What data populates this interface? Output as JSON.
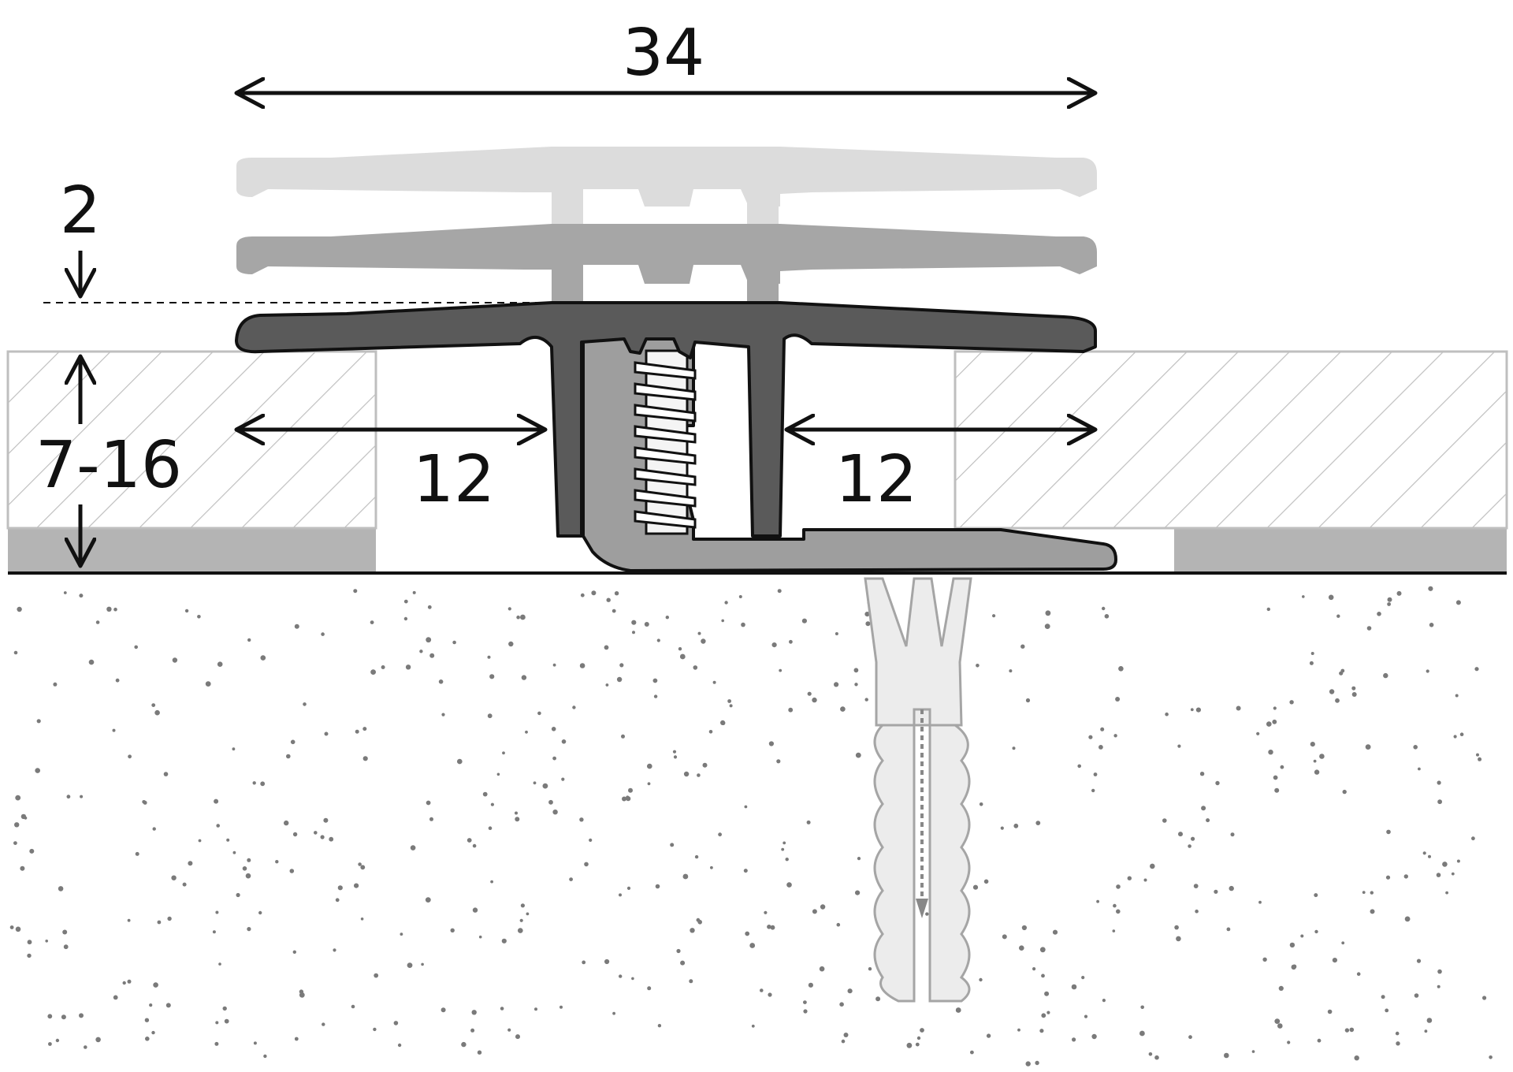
{
  "dimensions": {
    "overall_width": "34",
    "height_step": "2",
    "height_range": "7-16",
    "left_gap": "12",
    "right_gap": "12"
  },
  "colors": {
    "dark_profile": "#5a5a5a",
    "mid_profile": "#a6a6a6",
    "light_profile": "#dcdcdc",
    "base_profile": "#9e9e9e",
    "floor_strip": "#b4b4b4",
    "hatch": "#bfbfbf",
    "dowel": "#ececec",
    "dowel_outline": "#a5a5a5",
    "speckle": "#7a7a7a",
    "outline": "#111111"
  },
  "icons": {
    "dimension_arrow": "double-headed-arrow",
    "dowel": "wall-plug-icon",
    "screw": "screw-icon"
  }
}
